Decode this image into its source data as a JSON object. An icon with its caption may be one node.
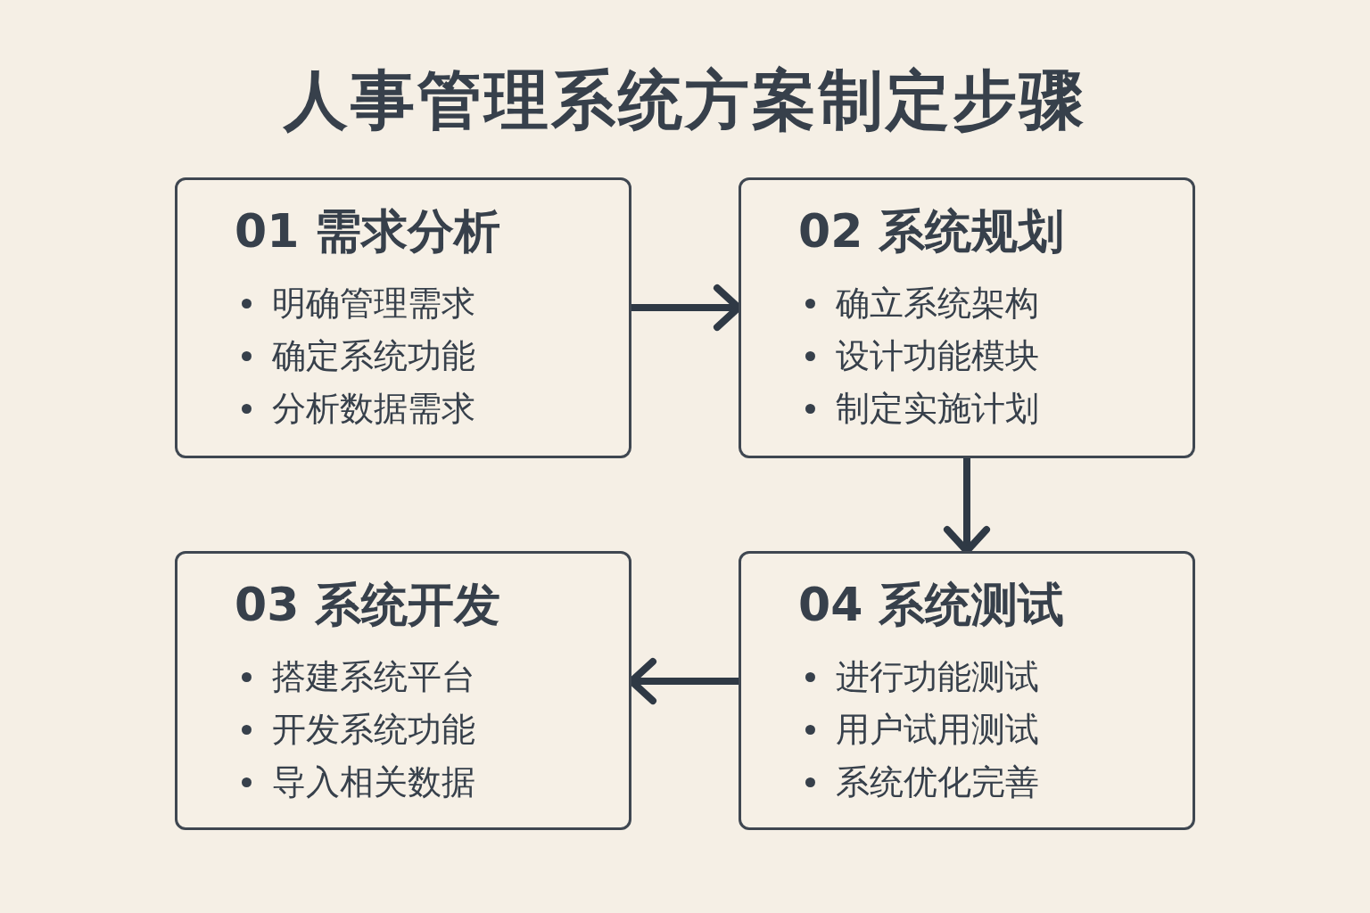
{
  "diagram": {
    "title": "人事管理系统方案制定步骤",
    "nodes": [
      {
        "text": [
          "01 需求分析",
          "明确管理需求",
          "确定系统功能",
          "分析数据需求"
        ]
      },
      {
        "text": [
          "02 系统规划",
          "确立系统架构",
          "设计功能模块",
          "制定实施计划"
        ]
      },
      {
        "text": [
          "03 系统开发",
          "搭建系统平台",
          "开发系统功能",
          "导入相关数据"
        ]
      },
      {
        "text": [
          "04 系统测试",
          "进行功能测试",
          "用户试用测试",
          "系统优化完善"
        ]
      }
    ],
    "edges": [
      {
        "from": 0,
        "to": 1,
        "arrow": "to"
      },
      {
        "from": 1,
        "to": 3,
        "arrow": "to"
      },
      {
        "from": 3,
        "to": 2,
        "arrow": "to"
      }
    ]
  }
}
